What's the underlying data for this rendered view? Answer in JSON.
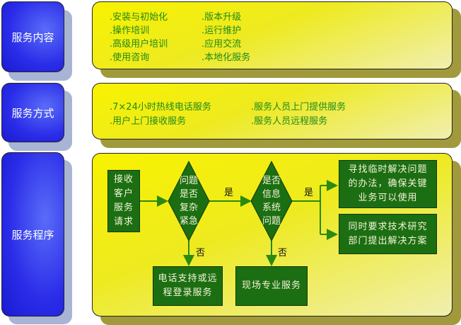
{
  "sections": [
    {
      "label": "服务内容",
      "items": [
        ".安装与初始化",
        ".操作培训",
        ".高级用户培训",
        ".使用咨询",
        ".版本升级",
        ".运行维护",
        ".应用交流",
        ".本地化服务"
      ]
    },
    {
      "label": "服务方式",
      "items": [
        ".7×24小时热线电话服务",
        ".用户上门接收服务",
        ".服务人员上门提供服务",
        ".服务人员远程服务"
      ]
    },
    {
      "label": "服务程序"
    }
  ],
  "flow": {
    "start": "接收客户服务请求",
    "decision1": "问题是否复杂紧急",
    "decision2": "是否信息系统问题",
    "yes1": "是",
    "yes2": "是",
    "no1": "否",
    "no2": "否",
    "result_yes_a": "寻找临时解决问题的办法，确保关键业务可以使用",
    "result_yes_b": "同时要求技术研究部门提出解决方案",
    "result_no1": "电话支持或远程登录服务",
    "result_no2": "现场专业服务"
  }
}
